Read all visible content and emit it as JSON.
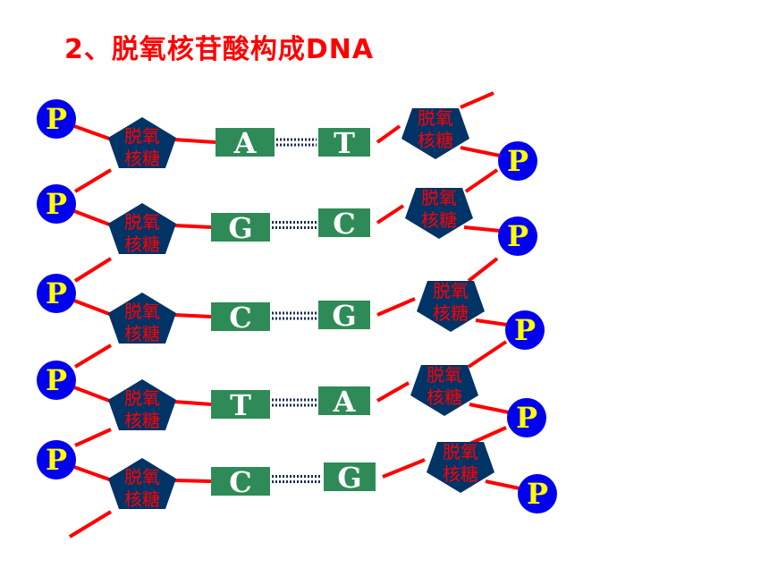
{
  "title": "2、脱氧核苷酸构成DNA",
  "phosphate_label": "P",
  "sugar_label": [
    "脱氧",
    "核糖"
  ],
  "base_pairs": [
    {
      "left": "A",
      "right": "T"
    },
    {
      "left": "G",
      "right": "C"
    },
    {
      "left": "C",
      "right": "G"
    },
    {
      "left": "T",
      "right": "A"
    },
    {
      "left": "C",
      "right": "G"
    }
  ],
  "colors": {
    "phosphate_fill": "#0000ee",
    "phosphate_text": "#ffff00",
    "sugar_fill": "#003366",
    "sugar_text": "#ff0000",
    "base_fill": "#2e8b57",
    "base_text": "#ffffff",
    "bond_line": "#ff0000",
    "hydrogen_bond": "#1a2a55"
  }
}
